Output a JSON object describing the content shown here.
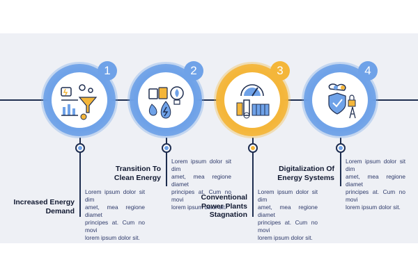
{
  "colors": {
    "blue": "#6fa2e8",
    "gold": "#f4b63a",
    "navy": "#1e2d4f",
    "panel": "#eef0f5"
  },
  "steps": [
    {
      "number": "1",
      "title_lines": [
        "Increased Energy",
        "Demand"
      ],
      "desc_lines": [
        "Lorem ipsum dolor sit dim",
        "amet, mea regione diamet",
        "principes at. Cum no movi",
        "lorem  ipsum  dolor  sit."
      ],
      "icon": "energy-demand-icon",
      "accent": "blue"
    },
    {
      "number": "2",
      "title_lines": [
        "Transition To",
        "Clean Energy"
      ],
      "desc_lines": [
        "Lorem ipsum dolor sit dim",
        "amet, mea regione diamet",
        "principes at. Cum no movi",
        "lorem  ipsum  dolor  sit."
      ],
      "icon": "clean-energy-icon",
      "accent": "blue"
    },
    {
      "number": "3",
      "title_lines": [
        "Conventional",
        "Power Plants",
        "Stagnation"
      ],
      "desc_lines": [
        "Lorem ipsum dolor sit dim",
        "amet, mea regione diamet",
        "principes at. Cum no movi",
        "lorem  ipsum  dolor  sit."
      ],
      "icon": "power-plant-icon",
      "accent": "gold"
    },
    {
      "number": "4",
      "title_lines": [
        "Digitalization Of",
        "Energy Systems"
      ],
      "desc_lines": [
        "Lorem ipsum dolor sit dim",
        "amet, mea regione diamet",
        "principes at. Cum no movi",
        "lorem  ipsum  dolor  sit."
      ],
      "icon": "digital-energy-icon",
      "accent": "blue"
    }
  ]
}
